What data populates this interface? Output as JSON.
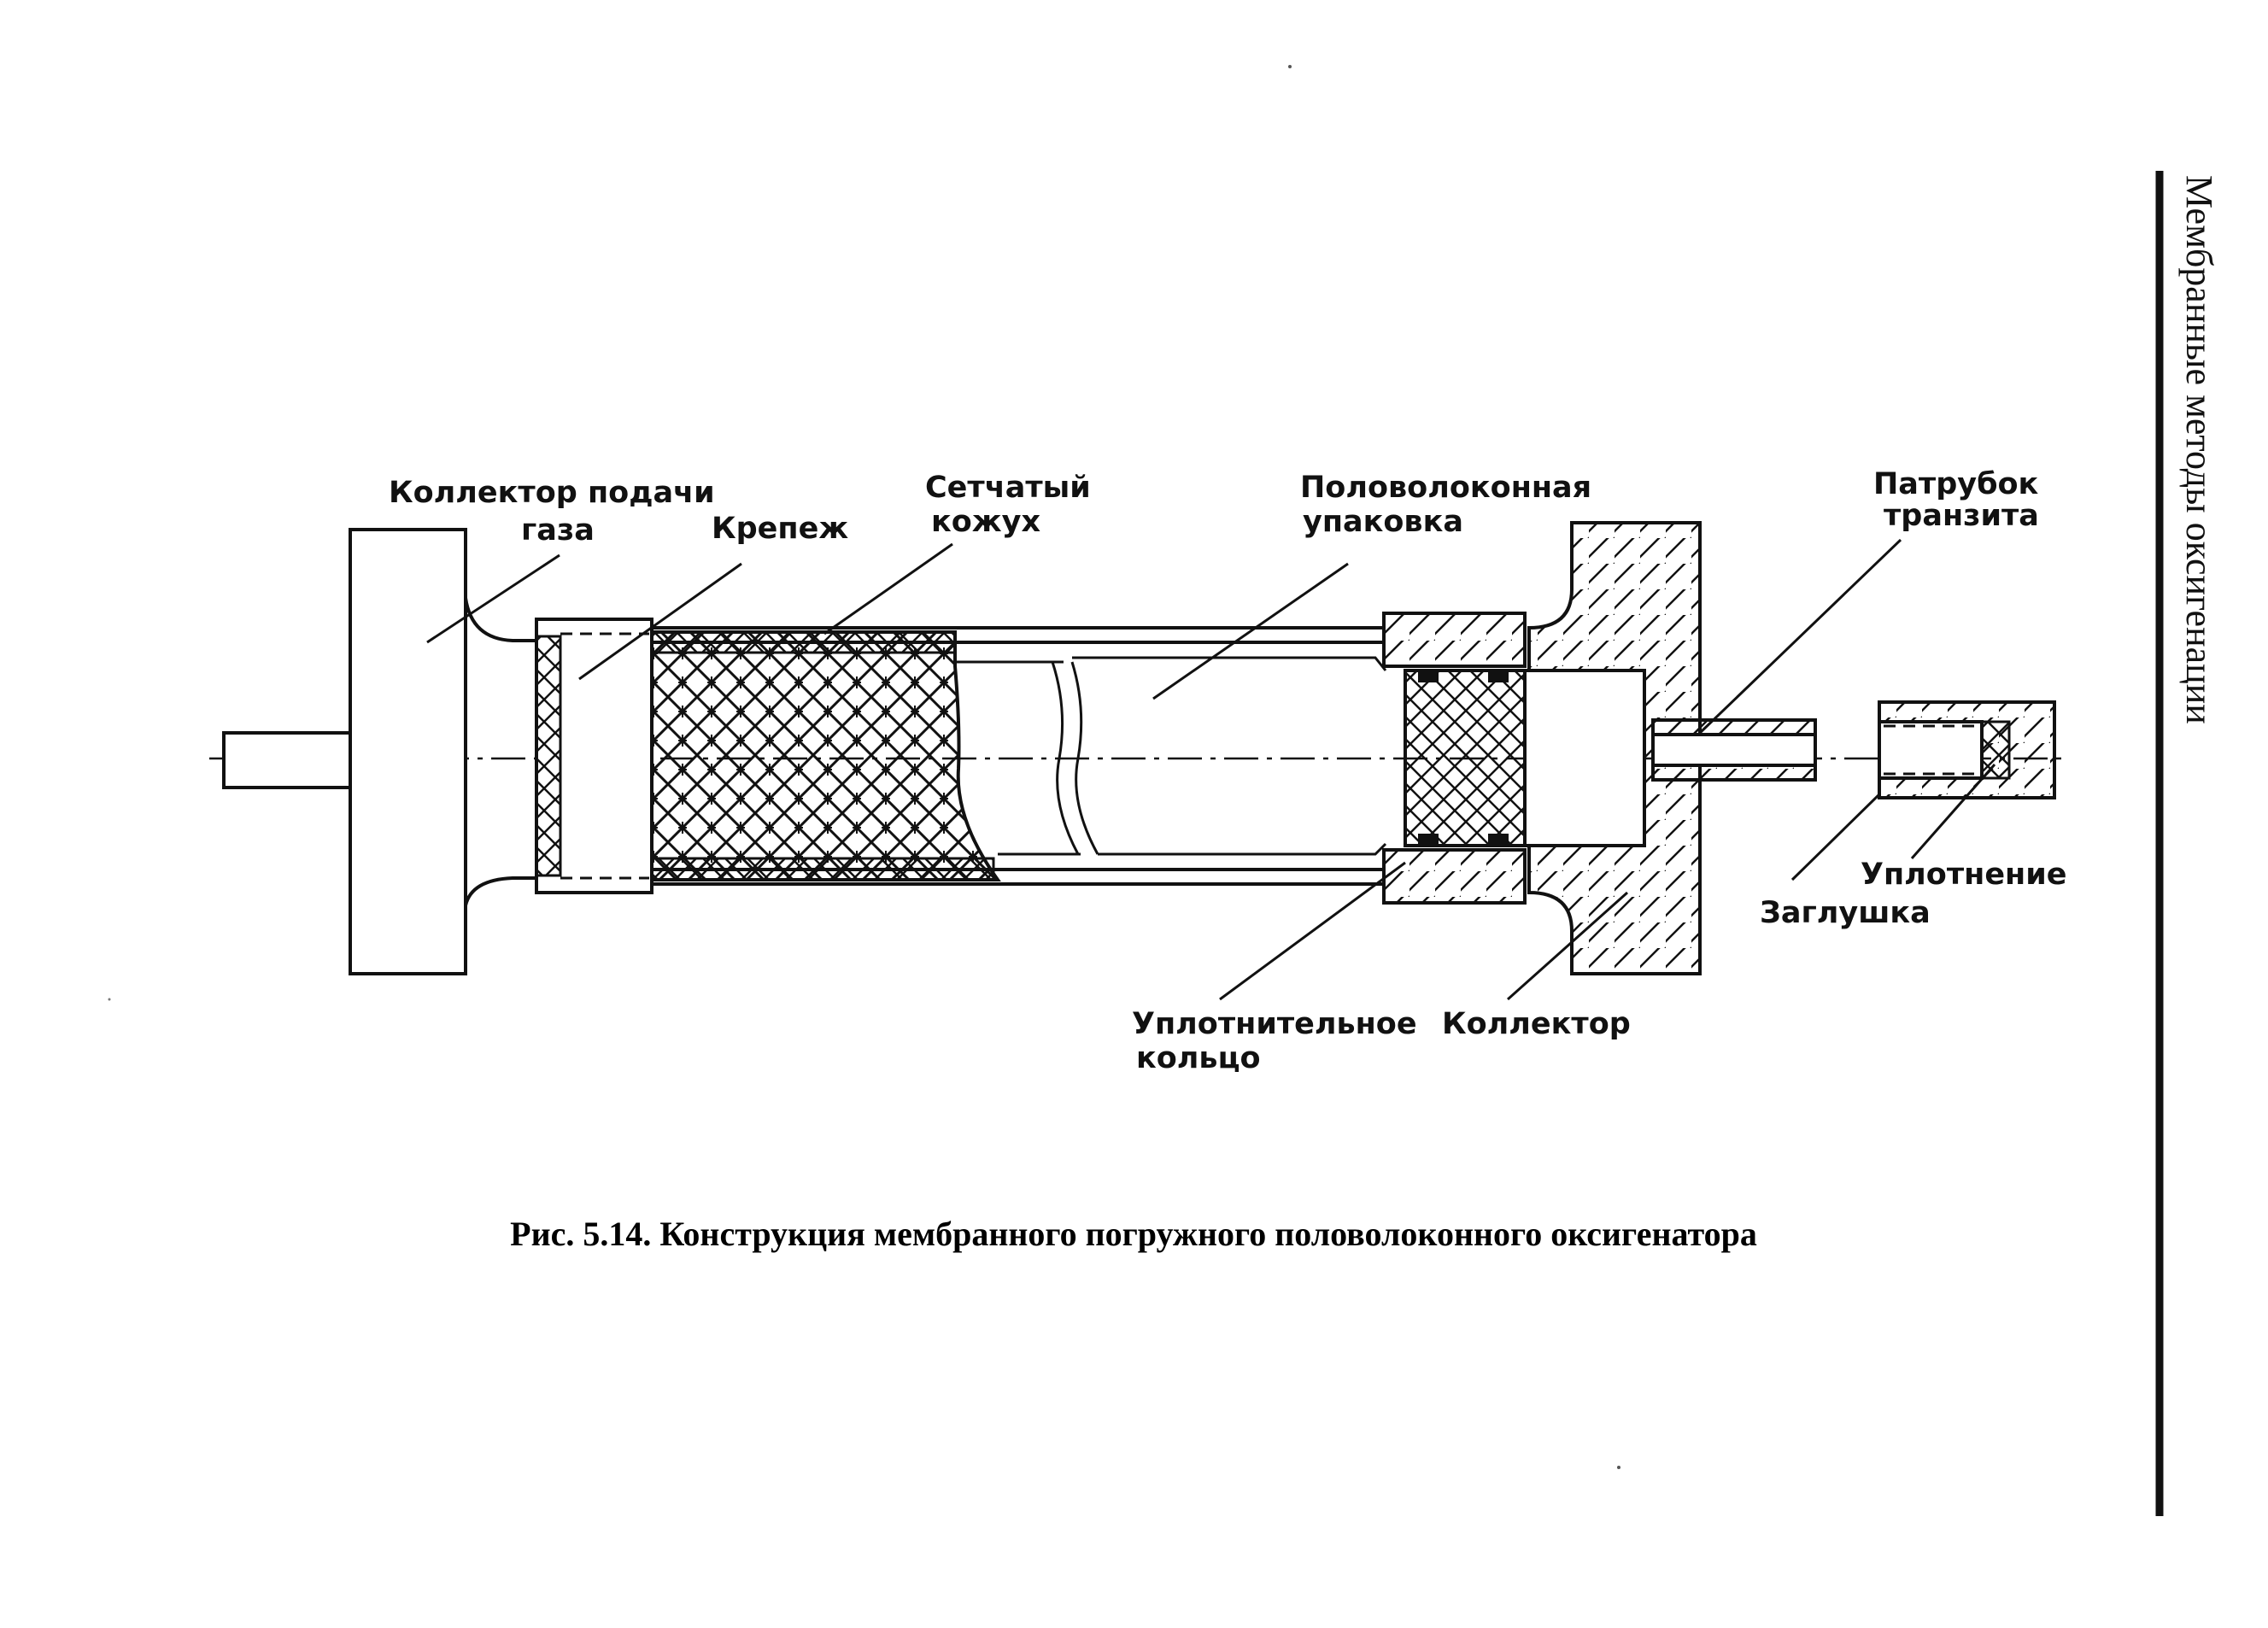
{
  "figure": {
    "caption": "Рис. 5.14. Конструкция мембранного погружного половолоконного оксигенатора",
    "side_header": "Мембранные методы оксигенации"
  },
  "labels": {
    "gas_manifold": [
      "Коллектор подачи",
      "газа"
    ],
    "fastener": "Крепеж",
    "mesh_jacket": [
      "Сетчатый",
      "кожух"
    ],
    "fiber_packing": [
      "Половолоконная",
      "упаковка"
    ],
    "transit_nozzle": [
      "Патрубок",
      "транзита"
    ],
    "seal": "Уплотнение",
    "plug": "Заглушка",
    "sealing_ring": [
      "Уплотнительное",
      "кольцо"
    ],
    "collector": "Коллектор"
  }
}
